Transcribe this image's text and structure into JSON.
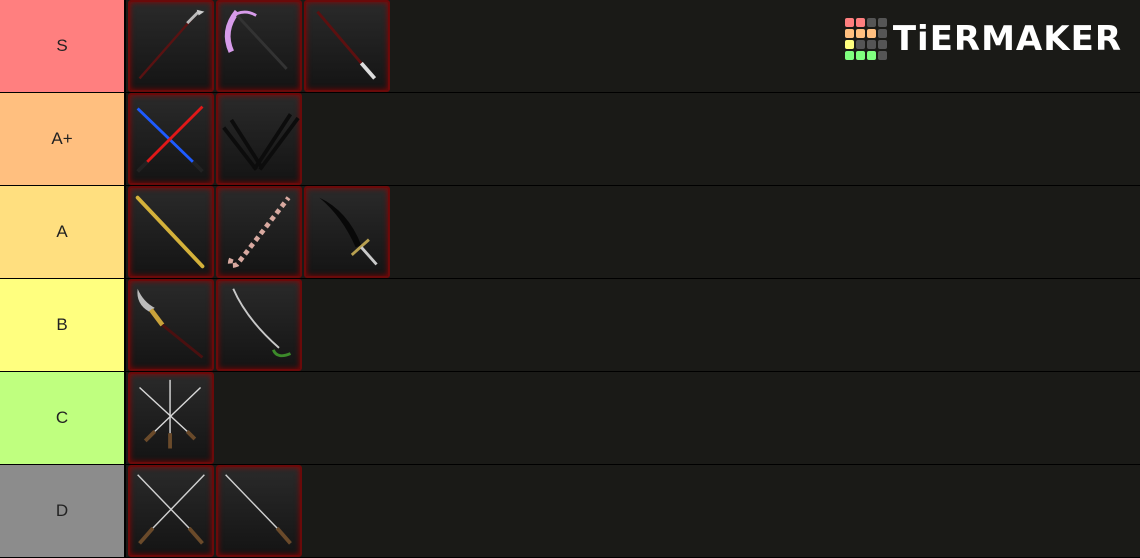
{
  "logo": {
    "text": "TiERMAKER"
  },
  "tiers": [
    {
      "label": "S",
      "color": "#ff7f7f",
      "items": [
        "spear-icon",
        "pink-scythe-icon",
        "dark-katana-icon"
      ]
    },
    {
      "label": "A+",
      "color": "#ffbf7f",
      "items": [
        "crossed-red-blue-swords-icon",
        "triple-dark-blades-icon"
      ]
    },
    {
      "label": "A",
      "color": "#ffdf7f",
      "items": [
        "gold-staff-icon",
        "candy-cane-icon",
        "black-blade-icon"
      ]
    },
    {
      "label": "B",
      "color": "#ffff7f",
      "items": [
        "gold-glaive-icon",
        "green-hilt-saber-icon"
      ]
    },
    {
      "label": "C",
      "color": "#bfff7f",
      "items": [
        "triple-katanas-icon"
      ]
    },
    {
      "label": "D",
      "color": "#8c8c8c",
      "items": [
        "crossed-katanas-icon",
        "single-katana-icon"
      ]
    }
  ]
}
